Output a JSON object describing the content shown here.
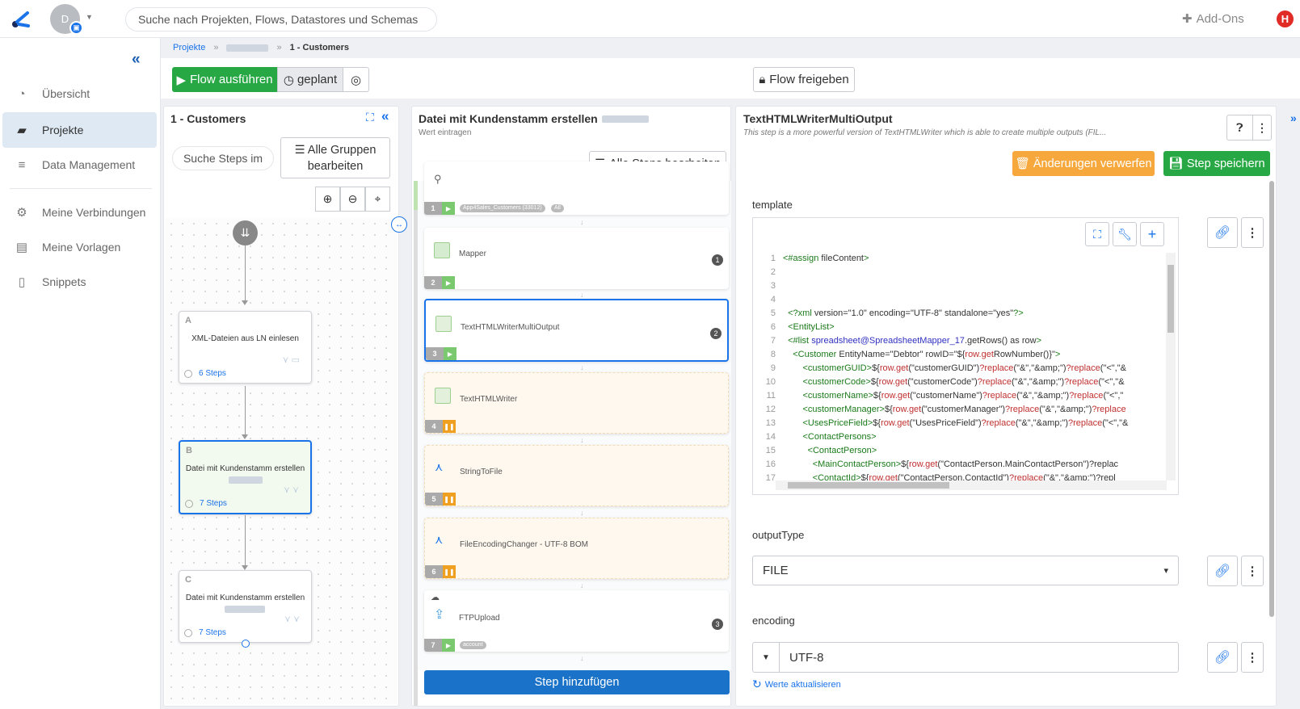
{
  "app": {
    "title": "Flow Editor",
    "search_placeholder": "Suche nach Projekten, Flows, Datastores und Schemas",
    "addons_label": "Add-Ons",
    "avatar_initial": "D",
    "user_badge": "H"
  },
  "sidebar": {
    "items": [
      {
        "label": "Übersicht",
        "icon": "dashboard-icon",
        "active": false
      },
      {
        "label": "Projekte",
        "icon": "folder-icon",
        "active": true
      },
      {
        "label": "Data Management",
        "icon": "database-icon",
        "active": false
      },
      {
        "label": "Meine Verbindungen",
        "icon": "gears-icon",
        "active": false
      },
      {
        "label": "Meine Vorlagen",
        "icon": "template-icon",
        "active": false
      },
      {
        "label": "Snippets",
        "icon": "snippet-icon",
        "active": false
      }
    ]
  },
  "breadcrumb": {
    "root": "Projekte",
    "current": "1 - Customers"
  },
  "toolbar": {
    "run_label": "Flow ausführen",
    "schedule_label": "geplant",
    "release_label": "Flow freigeben"
  },
  "panel_groups": {
    "title": "1 - Customers",
    "search_label": "Suche Steps im",
    "edit_groups_label": "Alle Gruppen bearbeiten",
    "groups": [
      {
        "letter": "A",
        "title": "XML-Dateien aus LN einlesen",
        "steps": "6 Steps"
      },
      {
        "letter": "B",
        "title": "Datei mit Kundenstamm erstellen",
        "steps": "7 Steps"
      },
      {
        "letter": "C",
        "title": "Datei mit Kundenstamm erstellen",
        "steps": "7 Steps"
      }
    ]
  },
  "panel_steps": {
    "title": "Datei mit Kundenstamm erstellen",
    "subtitle": "Wert eintragen",
    "edit_all_label": "Alle Steps bearbeiten",
    "add_step_label": "Step hinzufügen",
    "steps": [
      {
        "num": "1",
        "name": "",
        "tags": [
          "App4Sales_Customers (33012)",
          "All"
        ],
        "state": "play"
      },
      {
        "num": "2",
        "name": "Mapper",
        "badge": "1",
        "state": "play"
      },
      {
        "num": "3",
        "name": "TextHTMLWriterMultiOutput",
        "badge": "2",
        "state": "play"
      },
      {
        "num": "4",
        "name": "TextHTMLWriter",
        "state": "pause"
      },
      {
        "num": "5",
        "name": "StringToFile",
        "state": "pause"
      },
      {
        "num": "6",
        "name": "FileEncodingChanger - UTF-8 BOM",
        "state": "pause"
      },
      {
        "num": "7",
        "name": "FTPUpload",
        "badge": "3",
        "tags": [
          "account"
        ],
        "state": "play"
      }
    ]
  },
  "panel_detail": {
    "title": "TextHTMLWriterMultiOutput",
    "subtitle": "This step is a more powerful version of TextHTMLWriter which is able to create multiple outputs (FIL...",
    "discard_label": "Änderungen verwerfen",
    "save_label": "Step speichern",
    "template_label": "template",
    "output_type_label": "outputType",
    "output_type_value": "FILE",
    "encoding_label": "encoding",
    "encoding_value": "UTF-8",
    "refresh_label": "Werte aktualisieren",
    "code_lines": [
      "<#assign fileContent>",
      "",
      "",
      "",
      "  <?xml version=\"1.0\" encoding=\"UTF-8\" standalone=\"yes\"?>",
      "  <EntityList>",
      "  <#list spreadsheet@SpreadsheetMapper_17.getRows() as row>",
      "    <Customer EntityName=\"Debtor\" rowID=\"${row.getRowNumber()}\">",
      "        <customerGUID>${row.get(\"customerGUID\")?replace(\"&\",\"&amp;\")?replace(\"<\",\"&",
      "        <customerCode>${row.get(\"customerCode\")?replace(\"&\",\"&amp;\")?replace(\"<\",\"&",
      "        <customerName>${row.get(\"customerName\")?replace(\"&\",\"&amp;\")?replace(\"<\",\"",
      "        <customerManager>${row.get(\"customerManager\")?replace(\"&\",\"&amp;\")?replace",
      "        <UsesPriceField>${row.get(\"UsesPriceField\")?replace(\"&\",\"&amp;\")?replace(\"<\",\"&",
      "        <ContactPersons>",
      "          <ContactPerson>",
      "            <MainContactPerson>${row.get(\"ContactPerson.MainContactPerson\")?replac",
      "            <ContactId>${row.get(\"ContactPerson.ContactId\")?replace(\"&\",\"&amp;\")?repl"
    ]
  },
  "colors": {
    "primary": "#1a73e8",
    "success": "#27a844",
    "warning": "#f6a83c",
    "danger": "#e02b27"
  }
}
